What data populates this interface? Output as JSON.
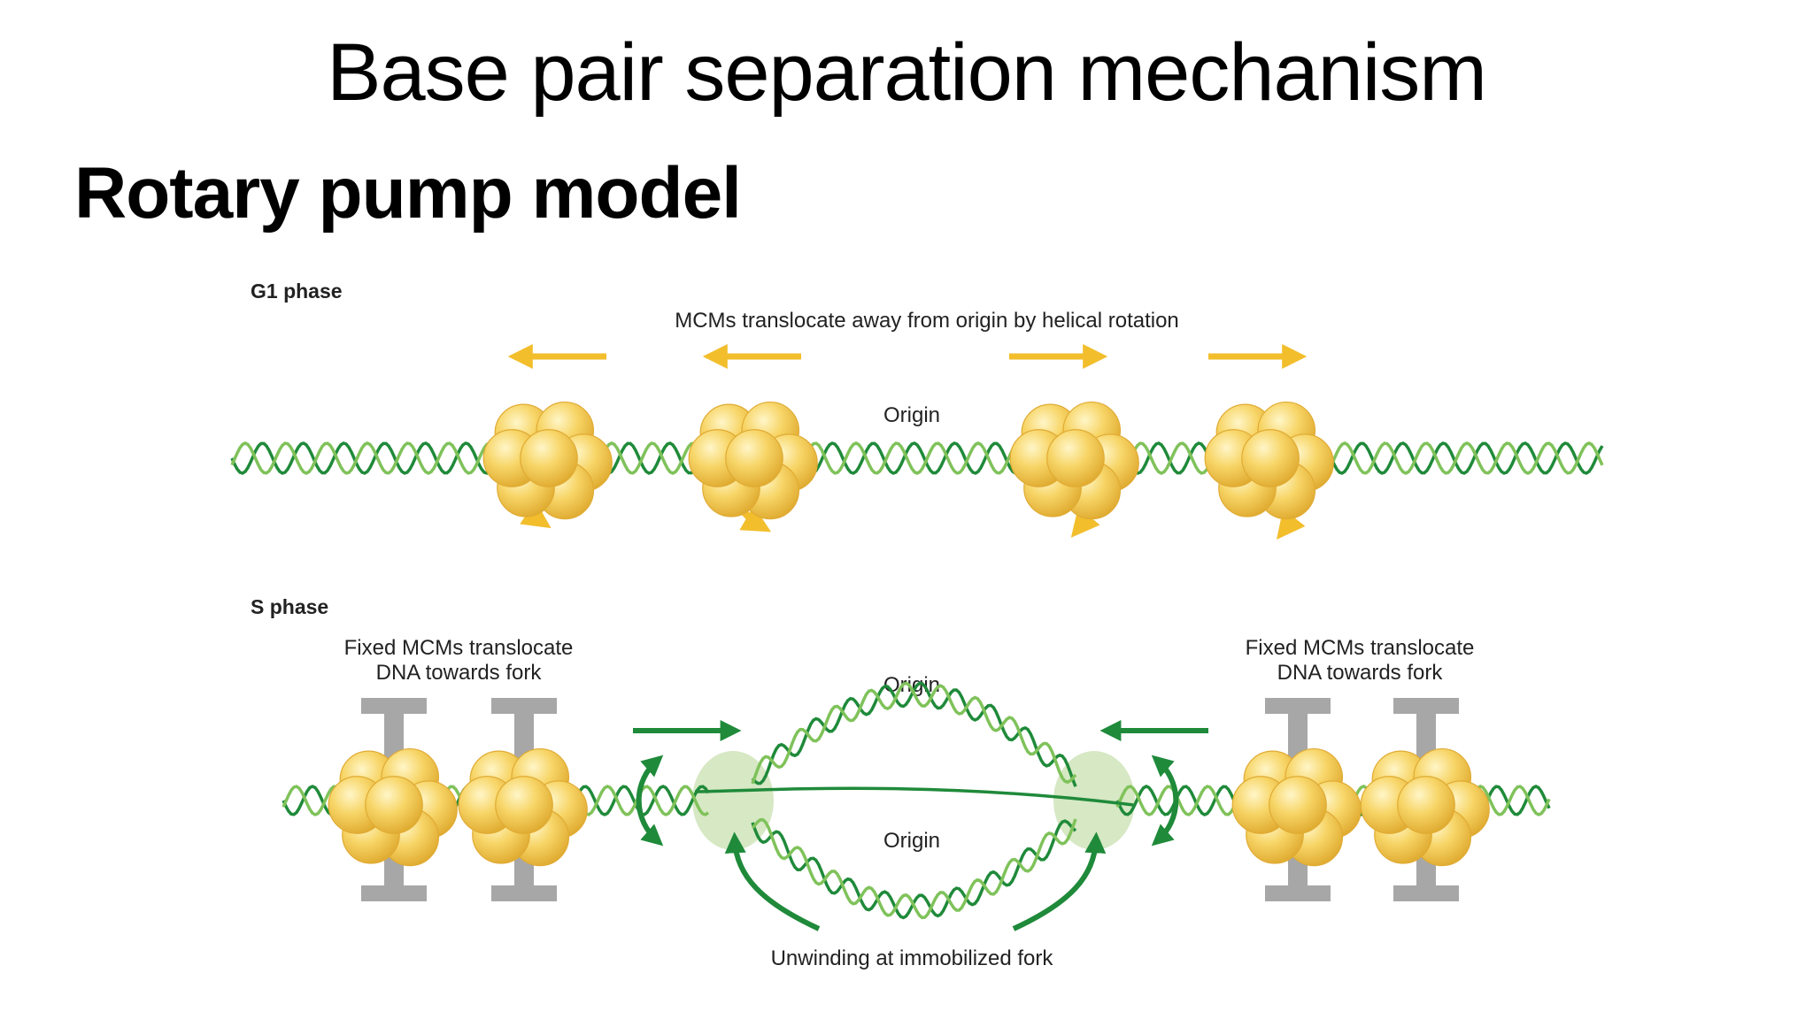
{
  "slide": {
    "title": "Base pair separation mechanism",
    "subtitle": "Rotary pump model"
  },
  "g1": {
    "phase_label": "G1 phase",
    "caption": "MCMs translocate away from origin by helical rotation",
    "origin_label": "Origin"
  },
  "s": {
    "phase_label": "S phase",
    "left_label_line1": "Fixed MCMs translocate",
    "left_label_line2": "DNA towards fork",
    "right_label_line1": "Fixed MCMs translocate",
    "right_label_line2": "DNA towards fork",
    "origin_top_label": "Origin",
    "origin_bottom_label": "Origin",
    "bottom_caption": "Unwinding at immobilized fork"
  },
  "colors": {
    "dna_dark": "#1f8a3a",
    "dna_light": "#7fc25a",
    "mcm_yellow": "#f5c84a",
    "arrow_yellow": "#f2be2c",
    "arrow_green": "#1f8a3a",
    "clamp_gray": "#a7a7a7",
    "fork_bubble": "#d6e8c4"
  },
  "icons": [
    "mcm-hexamer-icon",
    "clamp-bar-icon",
    "rotation-arrow-icon",
    "direction-arrow-icon"
  ]
}
